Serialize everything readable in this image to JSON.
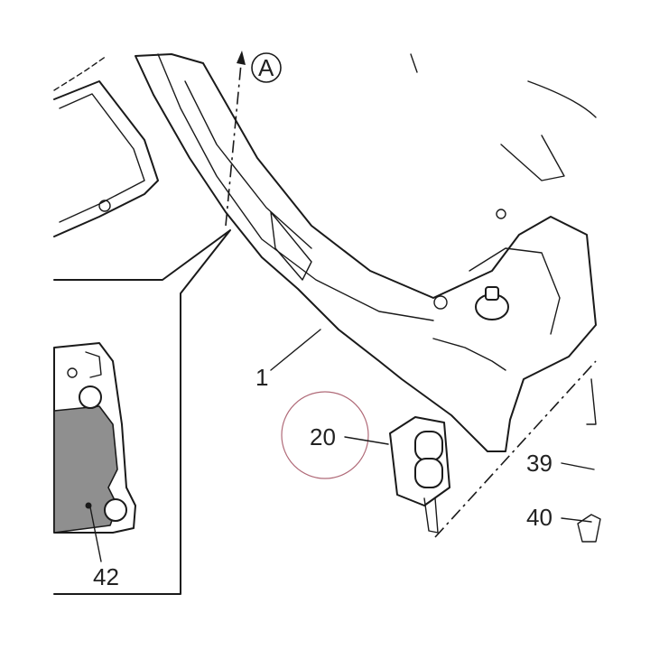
{
  "diagram": {
    "reference_marker": "A",
    "part_labels": {
      "main_bracket": "1",
      "cover": "20",
      "part_39": "39",
      "part_40": "40",
      "detail_part": "42"
    },
    "colors": {
      "line": "#1a1a1a",
      "shaded_part": "#8f8f8f",
      "highlight_circle": "#b06a78"
    }
  }
}
